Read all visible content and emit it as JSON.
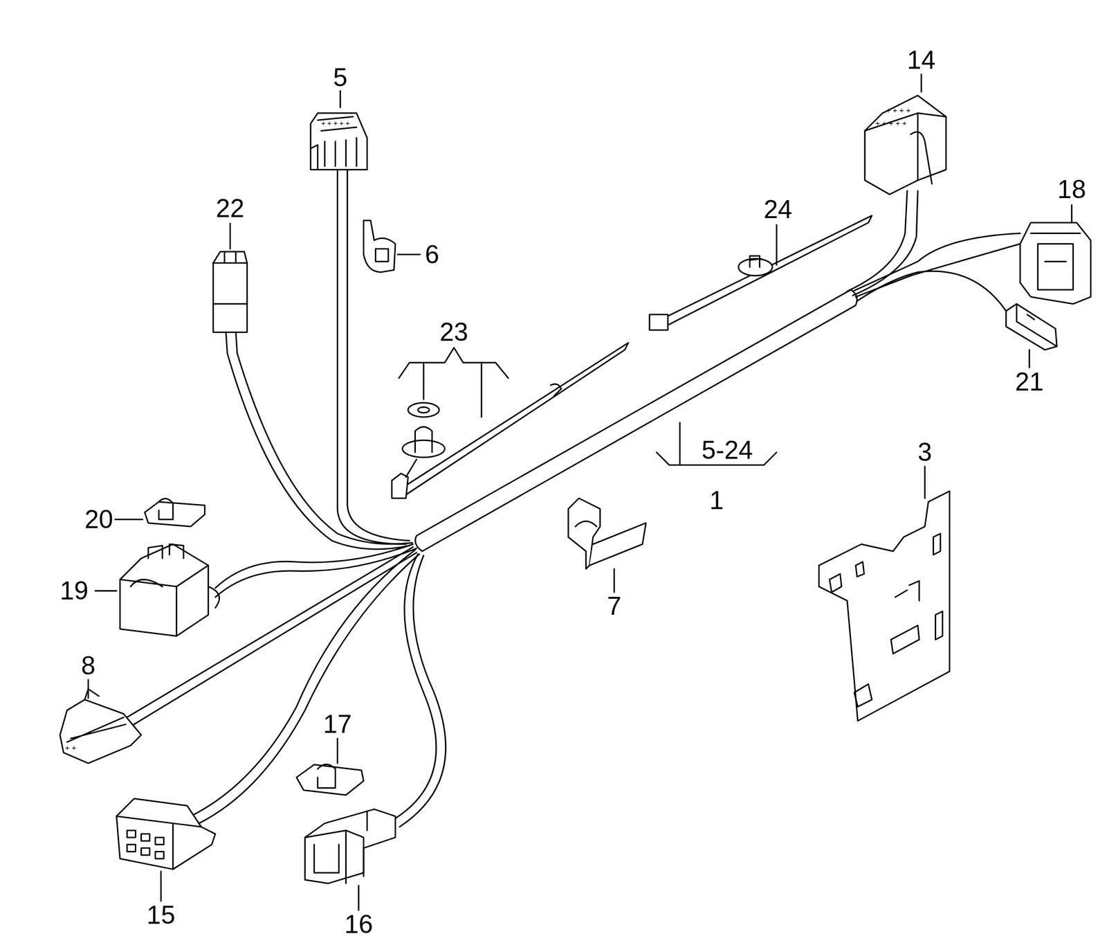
{
  "diagram": {
    "labels": [
      "5",
      "14",
      "18",
      "22",
      "24",
      "6",
      "23",
      "21",
      "5-24",
      "1",
      "3",
      "20",
      "19",
      "7",
      "8",
      "17",
      "15",
      "16"
    ]
  }
}
